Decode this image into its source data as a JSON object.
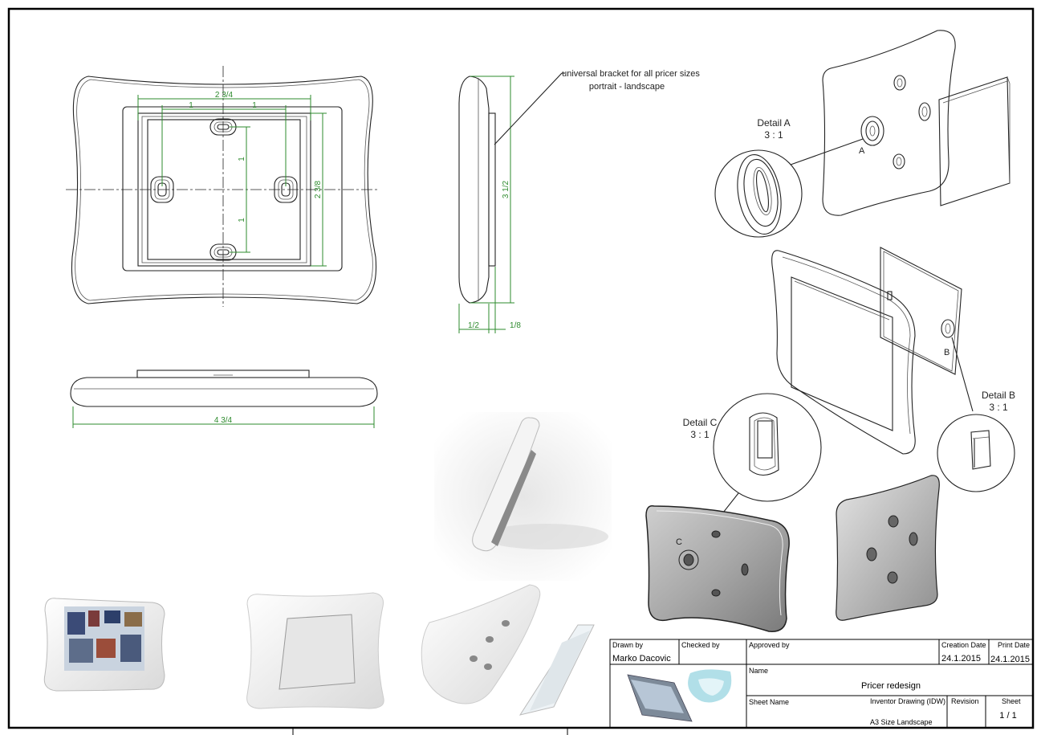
{
  "annotation": {
    "line1": "universal bracket for all pricer sizes",
    "line2": "portrait - landscape"
  },
  "dimensions": {
    "top_width": "2 3/4",
    "half_left": "1",
    "half_right": "1",
    "vert_top": "1",
    "vert_bottom": "1",
    "right_height": "2 3/8",
    "side_height": "3 1/2",
    "side_depth": "1/2",
    "side_bracket": "1/8",
    "bottom_width": "4 3/4"
  },
  "details": {
    "a_title": "Detail A",
    "a_scale": "3 : 1",
    "a_marker": "A",
    "b_title": "Detail B",
    "b_scale": "3 : 1",
    "b_marker": "B",
    "c_title": "Detail C",
    "c_scale": "3 : 1",
    "c_marker": "C"
  },
  "title_block": {
    "drawn_by_label": "Drawn by",
    "drawn_by": "Marko Dacovic",
    "checked_by_label": "Checked by",
    "approved_by_label": "Approved by",
    "creation_date_label": "Creation Date",
    "creation_date": "24.1.2015",
    "print_date_label": "Print Date",
    "print_date": "24.1.2015",
    "name_label": "Name",
    "name": "Pricer redesign",
    "sheet_name_label": "Sheet Name",
    "sheet_type": "Inventor Drawing (IDW)",
    "sheet_format": "A3 Size Landscape",
    "revision_label": "Revision",
    "sheet_label": "Sheet",
    "sheet_number": "1 / 1"
  },
  "colors": {
    "dimension": "#2e8b2e",
    "line": "#222222",
    "render_shade": "#d8d8d8"
  }
}
